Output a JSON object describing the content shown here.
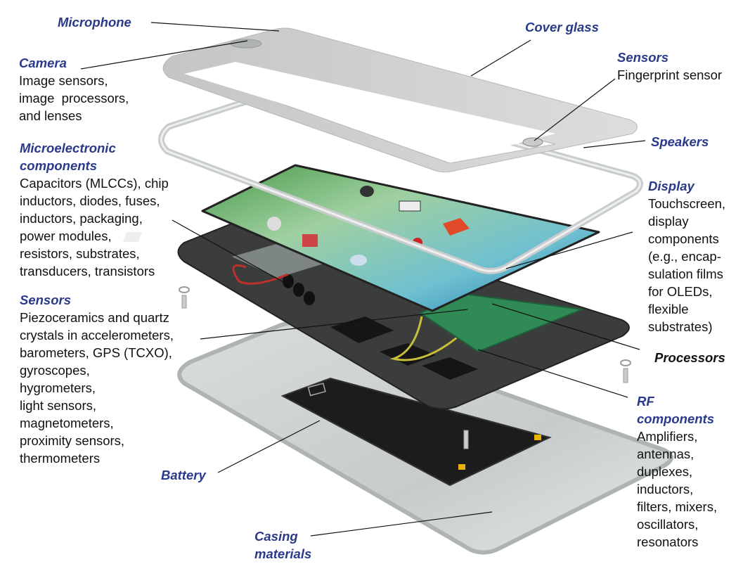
{
  "title": "Smartphone components (exploded view)",
  "labels": {
    "microphone": {
      "title": "Microphone"
    },
    "camera": {
      "title": "Camera",
      "lines": [
        "Image sensors,",
        "image  processors,",
        "and lenses"
      ]
    },
    "microelectronic": {
      "title": [
        "Microelectronic",
        "components"
      ],
      "lines": [
        "Capacitors (MLCCs), chip",
        "inductors, diodes, fuses,",
        "inductors, packaging,",
        "power modules,",
        "resistors, substrates,",
        "transducers, transistors"
      ]
    },
    "sensors_left": {
      "title": "Sensors",
      "lines": [
        "Piezoceramics and quartz",
        "crystals in accelerometers,",
        "barometers, GPS (TCXO),",
        "gyroscopes,",
        "hygrometers,",
        "light sensors,",
        "magnetometers,",
        "proximity sensors,",
        "thermometers"
      ]
    },
    "battery": {
      "title": "Battery"
    },
    "casing": {
      "title": [
        "Casing",
        "materials"
      ]
    },
    "cover_glass": {
      "title": "Cover glass"
    },
    "sensors_right": {
      "title": "Sensors",
      "lines": [
        "Fingerprint sensor"
      ]
    },
    "speakers": {
      "title": "Speakers"
    },
    "display": {
      "title": "Display",
      "lines": [
        "Touchscreen,",
        "display",
        "components",
        "(e.g., encap-",
        "sulation films",
        "for OLEDs,",
        "flexible",
        "substrates)"
      ]
    },
    "processors": {
      "title": "Processors"
    },
    "rf": {
      "title": [
        "RF",
        "components"
      ],
      "lines": [
        "Amplifiers,",
        "antennas,",
        "duplexes,",
        "inductors,",
        "filters, mixers,",
        "oscillators,",
        "resonators"
      ]
    }
  },
  "colors": {
    "label_title": "#2a3a8a",
    "text": "#111111"
  }
}
